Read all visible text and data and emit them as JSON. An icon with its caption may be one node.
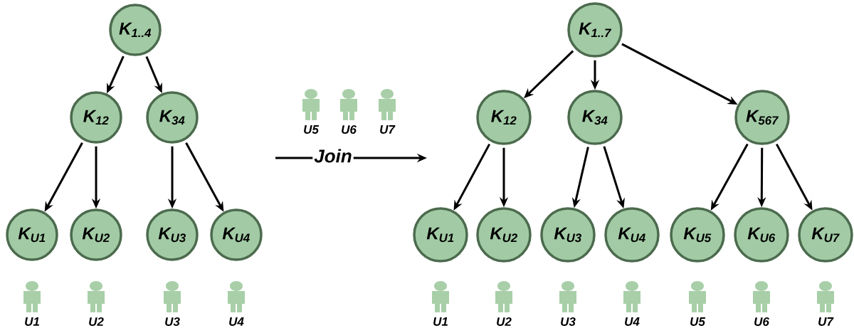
{
  "diagram": {
    "nodes": [
      {
        "text": [
          "K$_{1..4}$"
        ]
      },
      {
        "text": [
          "K$_{12}$"
        ]
      },
      {
        "text": [
          "K$_{34}$"
        ]
      },
      {
        "text": [
          "K$_{U1}$"
        ]
      },
      {
        "text": [
          "K$_{U2}$"
        ]
      },
      {
        "text": [
          "K$_{U3}$"
        ]
      },
      {
        "text": [
          "K$_{U4}$"
        ]
      },
      {
        "text": [
          "K$_{1..7}$"
        ]
      },
      {
        "text": [
          "K$_{12}$"
        ]
      },
      {
        "text": [
          "K$_{34}$"
        ]
      },
      {
        "text": [
          "K$_{567}$"
        ]
      },
      {
        "text": [
          "K$_{U1}$"
        ]
      },
      {
        "text": [
          "K$_{U2}$"
        ]
      },
      {
        "text": [
          "K$_{U3}$"
        ]
      },
      {
        "text": [
          "K$_{U4}$"
        ]
      },
      {
        "text": [
          "K$_{U5}$"
        ]
      },
      {
        "text": [
          "K$_{U6}$"
        ]
      },
      {
        "text": [
          "K$_{U7}$"
        ]
      }
    ],
    "edges": [
      {
        "from": 0,
        "to": 1,
        "arrow": "to"
      },
      {
        "from": 0,
        "to": 2,
        "arrow": "to"
      },
      {
        "from": 1,
        "to": 3,
        "arrow": "to"
      },
      {
        "from": 1,
        "to": 4,
        "arrow": "to"
      },
      {
        "from": 2,
        "to": 5,
        "arrow": "to"
      },
      {
        "from": 2,
        "to": 6,
        "arrow": "to"
      },
      {
        "from": 7,
        "to": 8,
        "arrow": "to"
      },
      {
        "from": 7,
        "to": 9,
        "arrow": "to"
      },
      {
        "from": 7,
        "to": 10,
        "arrow": "to"
      },
      {
        "from": 8,
        "to": 11,
        "arrow": "to"
      },
      {
        "from": 8,
        "to": 12,
        "arrow": "to"
      },
      {
        "from": 9,
        "to": 13,
        "arrow": "to"
      },
      {
        "from": 9,
        "to": 14,
        "arrow": "to"
      },
      {
        "from": 10,
        "to": 15,
        "arrow": "to"
      },
      {
        "from": 10,
        "to": 16,
        "arrow": "to"
      },
      {
        "from": 10,
        "to": 17,
        "arrow": "to"
      }
    ],
    "labels": [
      "U5",
      "U6",
      "U7",
      "Join",
      "U1",
      "U2",
      "U3",
      "U4",
      "U1",
      "U2",
      "U3",
      "U4",
      "U5",
      "U6",
      "U7"
    ]
  }
}
